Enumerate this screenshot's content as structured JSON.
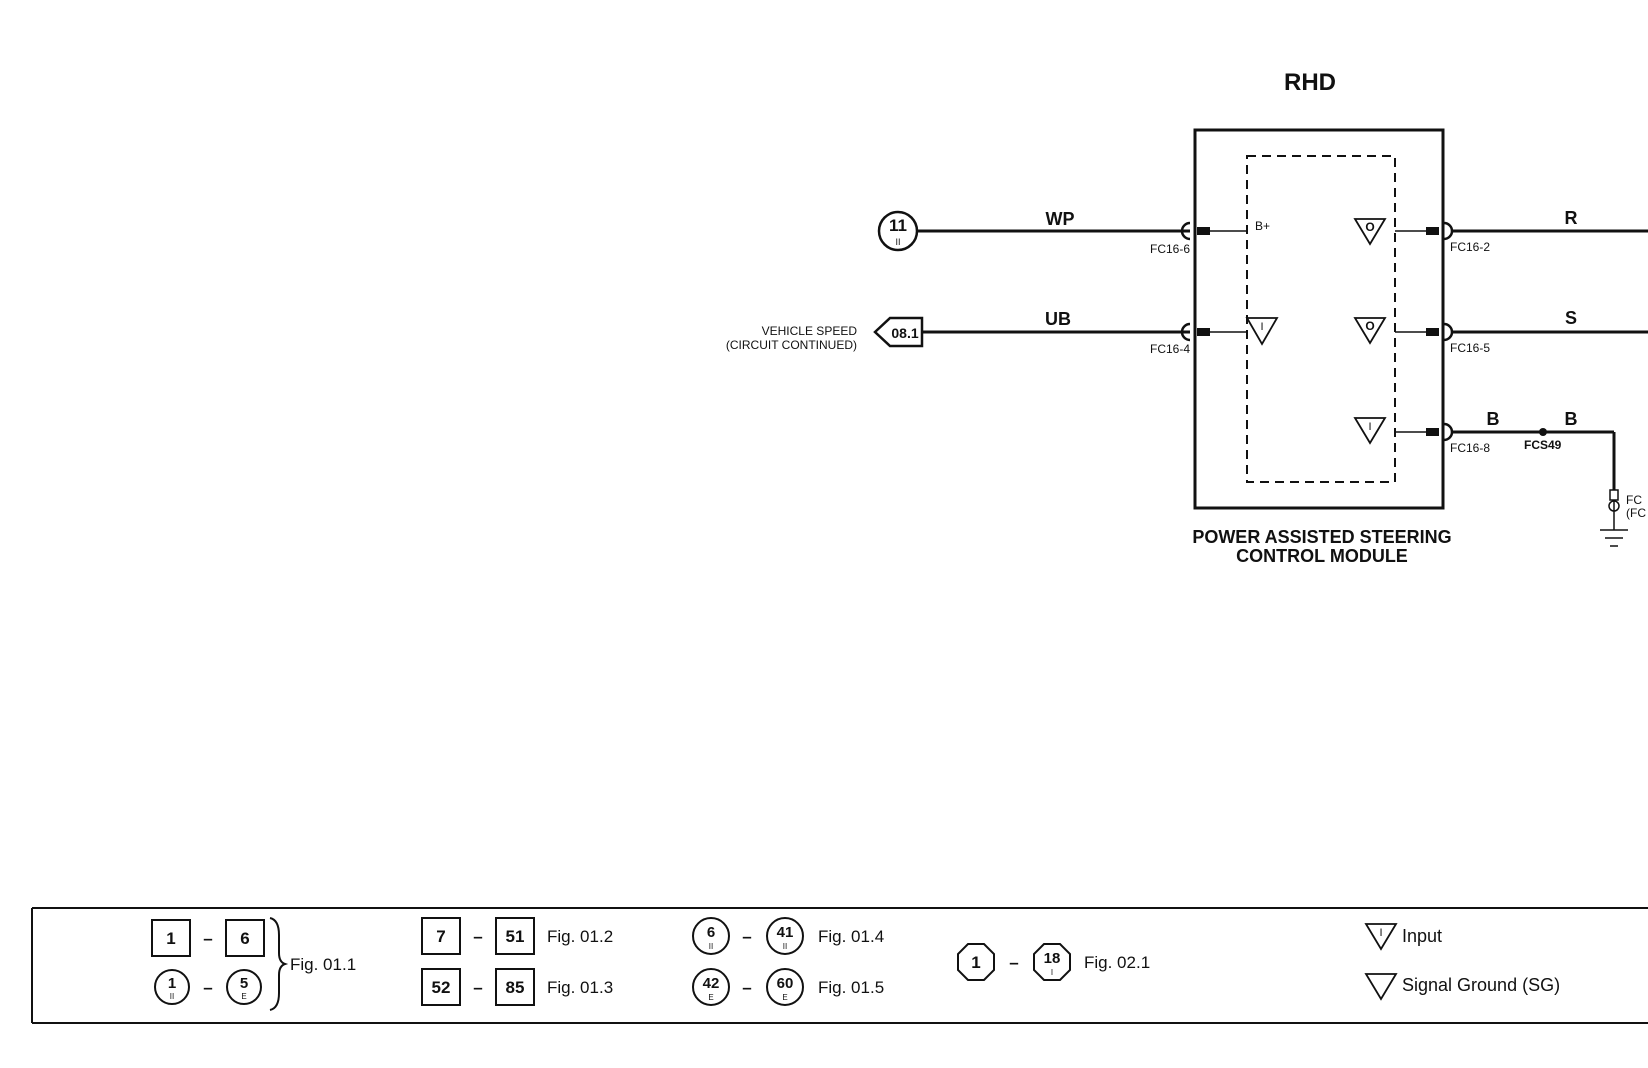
{
  "title": "RHD",
  "module": {
    "name_line1": "POWER ASSISTED STEERING",
    "name_line2": "CONTROL MODULE",
    "b_plus": "B+"
  },
  "left_wires": [
    {
      "color": "WP",
      "pin": "FC16-6",
      "ref_num": "11",
      "ref_sub": "II"
    },
    {
      "color": "UB",
      "pin": "FC16-4",
      "ref_num": "08.1",
      "ref_note_1": "VEHICLE SPEED",
      "ref_note_2": "(CIRCUIT CONTINUED)"
    }
  ],
  "right_wires": [
    {
      "color": "R",
      "pin": "FC16-2",
      "symbol": "O"
    },
    {
      "color": "S",
      "pin": "FC16-5",
      "symbol": "O"
    },
    {
      "color": "B",
      "color2": "B",
      "pin": "FC16-8",
      "symbol": "I",
      "splice": "FCS49"
    }
  ],
  "ground_label_1": "FC",
  "ground_label_2": "(FC",
  "input_symbol": "I",
  "legend": {
    "g1": {
      "from": "1",
      "to": "6",
      "from_c": "1",
      "from_c_sub": "II",
      "to_c": "5",
      "to_c_sub": "E",
      "fig": "Fig. 01.1"
    },
    "g2": {
      "from": "7",
      "to": "51",
      "fig": "Fig. 01.2"
    },
    "g3": {
      "from": "52",
      "to": "85",
      "fig": "Fig. 01.3"
    },
    "g4": {
      "from": "6",
      "from_sub": "II",
      "to": "41",
      "to_sub": "II",
      "fig": "Fig. 01.4"
    },
    "g5": {
      "from": "42",
      "from_sub": "E",
      "to": "60",
      "to_sub": "E",
      "fig": "Fig. 01.5"
    },
    "g6": {
      "from": "1",
      "to": "18",
      "to_sub": "I",
      "fig": "Fig. 02.1"
    },
    "dash": "–",
    "input_label": "Input",
    "input_symbol": "I",
    "sg_label": "Signal Ground (SG)"
  }
}
